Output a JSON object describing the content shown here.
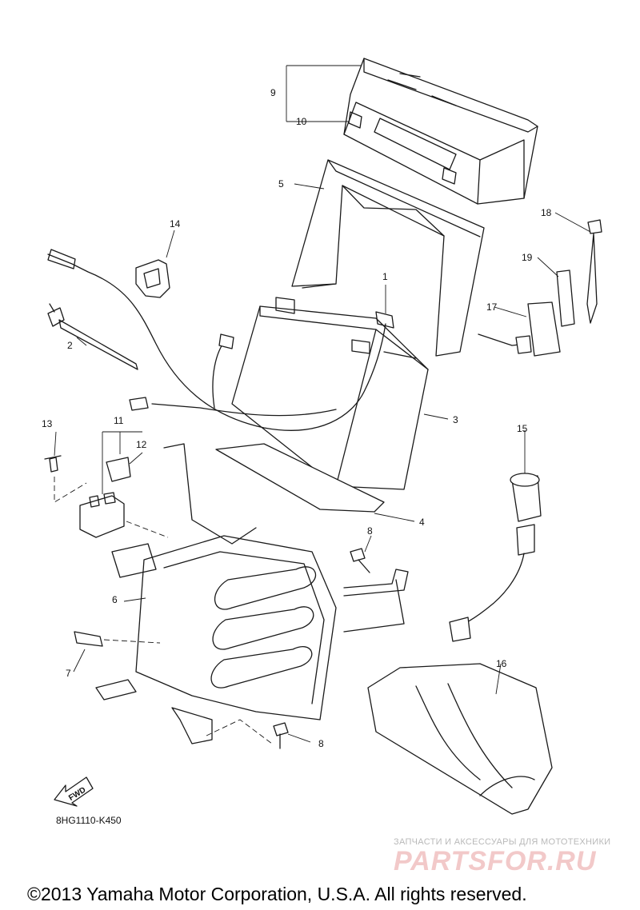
{
  "callouts": [
    {
      "id": "c1",
      "text": "1"
    },
    {
      "id": "c2",
      "text": "2"
    },
    {
      "id": "c3",
      "text": "3"
    },
    {
      "id": "c4",
      "text": "4"
    },
    {
      "id": "c5",
      "text": "5"
    },
    {
      "id": "c6",
      "text": "6"
    },
    {
      "id": "c7",
      "text": "7"
    },
    {
      "id": "c8a",
      "text": "8"
    },
    {
      "id": "c8b",
      "text": "8"
    },
    {
      "id": "c9",
      "text": "9"
    },
    {
      "id": "c10",
      "text": "10"
    },
    {
      "id": "c11",
      "text": "11"
    },
    {
      "id": "c12",
      "text": "12"
    },
    {
      "id": "c13",
      "text": "13"
    },
    {
      "id": "c14",
      "text": "14"
    },
    {
      "id": "c15",
      "text": "15"
    },
    {
      "id": "c16",
      "text": "16"
    },
    {
      "id": "c17",
      "text": "17"
    },
    {
      "id": "c18",
      "text": "18"
    },
    {
      "id": "c19",
      "text": "19"
    }
  ],
  "fwd_label": "FWD",
  "diagram_code": "8HG1110-K450",
  "watermark": {
    "subtitle": "ЗАПЧАСТИ И АКСЕССУАРЫ ДЛЯ МОТОТЕХНИКИ",
    "logo": "PARTSFOR.RU"
  },
  "copyright": "©2013 Yamaha Motor Corporation, U.S.A. All rights reserved."
}
